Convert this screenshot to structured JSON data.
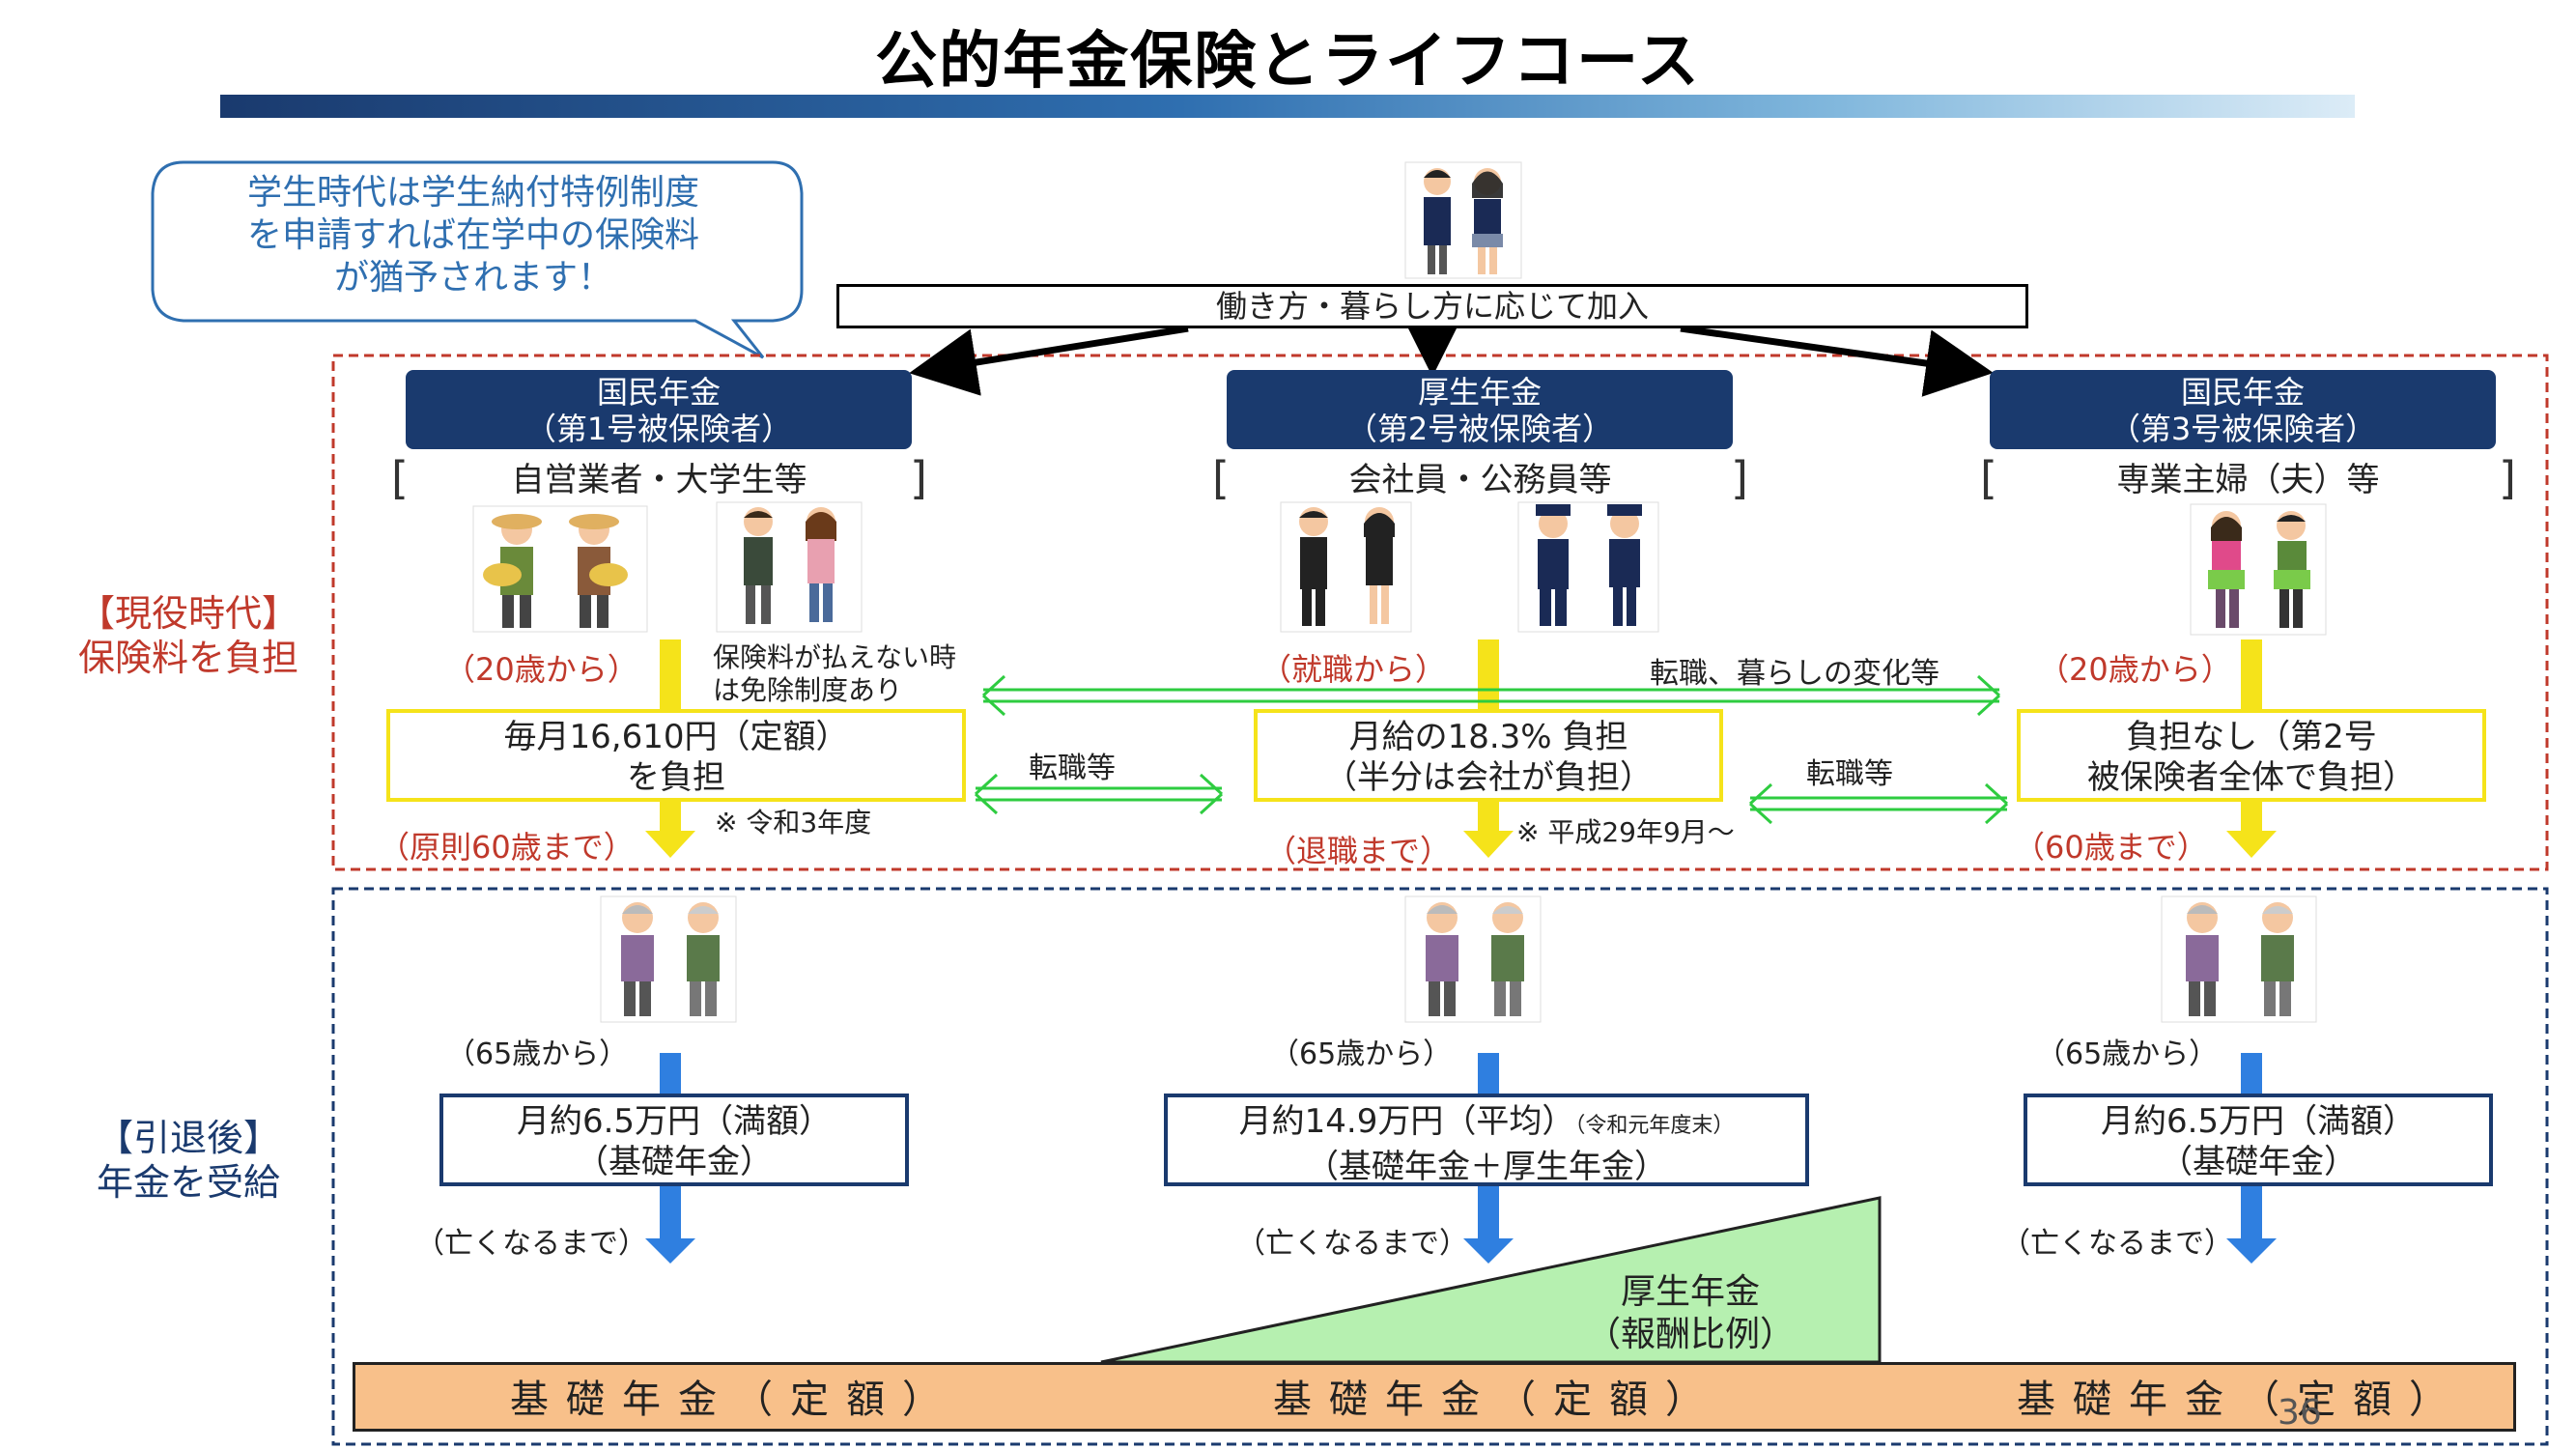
{
  "title": "公的年金保険とライフコース",
  "bubble": [
    "学生時代は学生納付特例制度",
    "を申請すれば在学中の保険料",
    "が猶予されます！"
  ],
  "join_label": "働き方・暮らし方に応じて加入",
  "side": {
    "current": [
      "【現役時代】",
      "保険料を負担"
    ],
    "retired": [
      "【引退後】",
      "年金を受給"
    ]
  },
  "columns": [
    {
      "header": [
        "国民年金",
        "（第1号被保険者）"
      ],
      "category": "自営業者・大学生等",
      "start": "（20歳から）",
      "payment": [
        "毎月16,610円（定額）",
        "を負担"
      ],
      "note": "※ 令和3年度",
      "end": "（原則60歳まで）",
      "benefit_start": "（65歳から）",
      "benefit": [
        "月約6.5万円（満額）",
        "（基礎年金）"
      ],
      "benefit_end": "（亡くなるまで）"
    },
    {
      "header": [
        "厚生年金",
        "（第2号被保険者）"
      ],
      "category": "会社員・公務員等",
      "start": "（就職から）",
      "payment": [
        "月給の18.3% 負担",
        "（半分は会社が負担）"
      ],
      "note": "※ 平成29年9月～",
      "end": "（退職まで）",
      "benefit_start": "（65歳から）",
      "benefit": [
        "月約14.9万円（平均）",
        "（基礎年金＋厚生年金）"
      ],
      "benefit_sub": "（令和元年度末）",
      "benefit_end": "（亡くなるまで）"
    },
    {
      "header": [
        "国民年金",
        "（第3号被保険者）"
      ],
      "category": "専業主婦（夫）等",
      "start": "（20歳から）",
      "payment": [
        "負担なし（第2号",
        "被保険者全体で負担）"
      ],
      "end": "（60歳まで）",
      "benefit_start": "（65歳から）",
      "benefit": [
        "月約6.5万円（満額）",
        "（基礎年金）"
      ],
      "benefit_end": "（亡くなるまで）"
    }
  ],
  "exemption_note": [
    "保険料が払えない時",
    "は免除制度あり"
  ],
  "transitions": {
    "t1": "転職等",
    "t2": "転職等",
    "t3": "転職、暮らしの変化等"
  },
  "kousei": [
    "厚生年金",
    "（報酬比例）"
  ],
  "kiso": "基礎年金（定額）",
  "page_number": "36",
  "colors": {
    "navy": "#1a3a6e",
    "red_dash": "#c0392b",
    "blue_dash": "#1a3a6e",
    "yellow": "#f5e31a",
    "green_arrow": "#2ecc40",
    "blue_arrow": "#2f7fe0",
    "kiso_fill": "#f8c08a",
    "kousei_fill": "#b6f0b0"
  }
}
